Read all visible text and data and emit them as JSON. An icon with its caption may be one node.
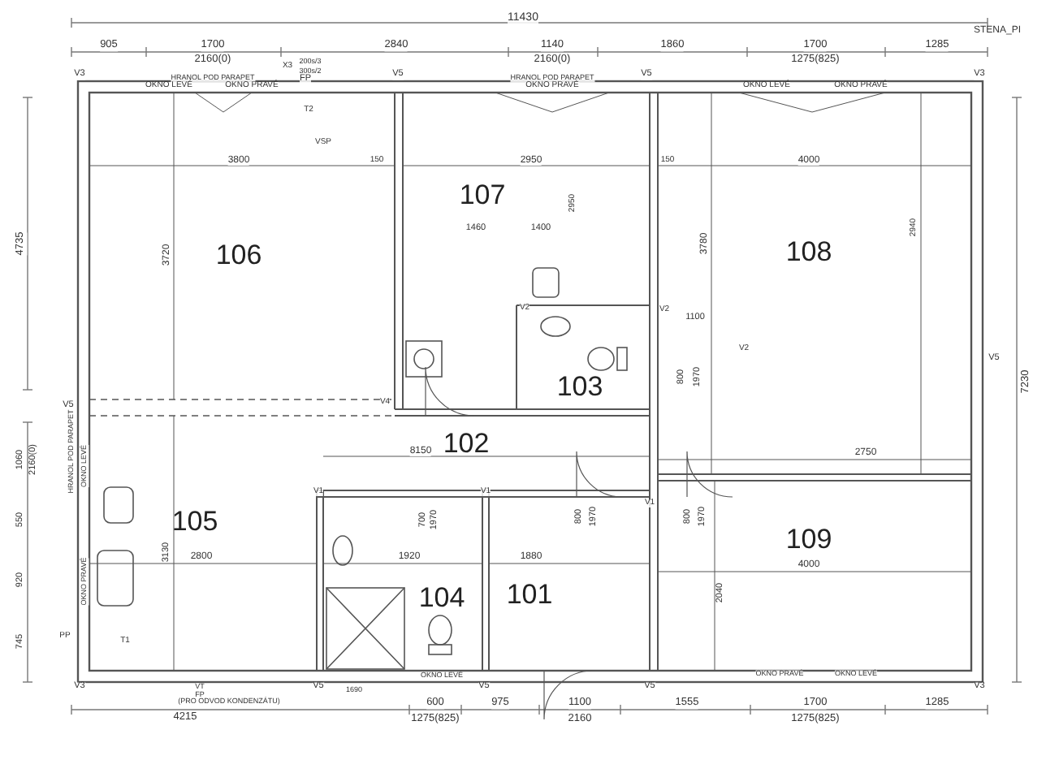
{
  "diagram": {
    "nodes": [
      {
        "text": [
          "106"
        ]
      },
      {
        "text": [
          "107"
        ]
      },
      {
        "text": [
          "108"
        ]
      },
      {
        "text": [
          "103"
        ]
      },
      {
        "text": [
          "102"
        ]
      },
      {
        "text": [
          "105"
        ]
      },
      {
        "text": [
          "104"
        ]
      },
      {
        "text": [
          "101"
        ]
      },
      {
        "text": [
          "109"
        ]
      }
    ],
    "labels": [
      "11430",
      "STENA_PI",
      "905",
      "1700",
      "2160(0)",
      "2840",
      "1140",
      "2160(0)",
      "1860",
      "1700",
      "1275(825)",
      "1285",
      "HRANOL POD PARAPET",
      "HRANOL POD PARAPET",
      "V3",
      "OKNO LEVÉ",
      "OKNO PRAVÉ",
      "X3",
      "200s/3",
      "300s/2",
      "FP",
      "V5",
      "OKNO PRAVÉ",
      "V5",
      "OKNO LEVÉ",
      "OKNO PRAVÉ",
      "V3",
      "T2",
      "VSP",
      "3800",
      "150",
      "2950",
      "150",
      "4000",
      "3720",
      "1460",
      "1400",
      "2950",
      "3780",
      "2940",
      "4735",
      "V2",
      "V2",
      "1100",
      "800",
      "1970",
      "V2",
      "V4",
      "V5",
      "V5",
      "8150",
      "2750",
      "HRANOL POD PARAPET",
      "OKNO LEVÉ",
      "1060",
      "2160(0)",
      "2800",
      "1920",
      "1880",
      "4000",
      "3130",
      "2040",
      "550",
      "700",
      "1970",
      "800",
      "1970",
      "800",
      "1970",
      "920",
      "OKNO PRAVÉ",
      "745",
      "PP",
      "T1",
      "7230",
      "V1",
      "V1",
      "V1",
      "OKNO LEVÉ",
      "OKNO PRAVÉ",
      "OKNO LEVÉ",
      "V3",
      "VT",
      "V5",
      "1690",
      "V5",
      "V5",
      "V3",
      "FP",
      "(PRO ODVOD KONDENZÁTU)",
      "600",
      "975",
      "1100",
      "1555",
      "1700",
      "1285",
      "4215",
      "1275(825)",
      "2160",
      "1275(825)"
    ]
  }
}
